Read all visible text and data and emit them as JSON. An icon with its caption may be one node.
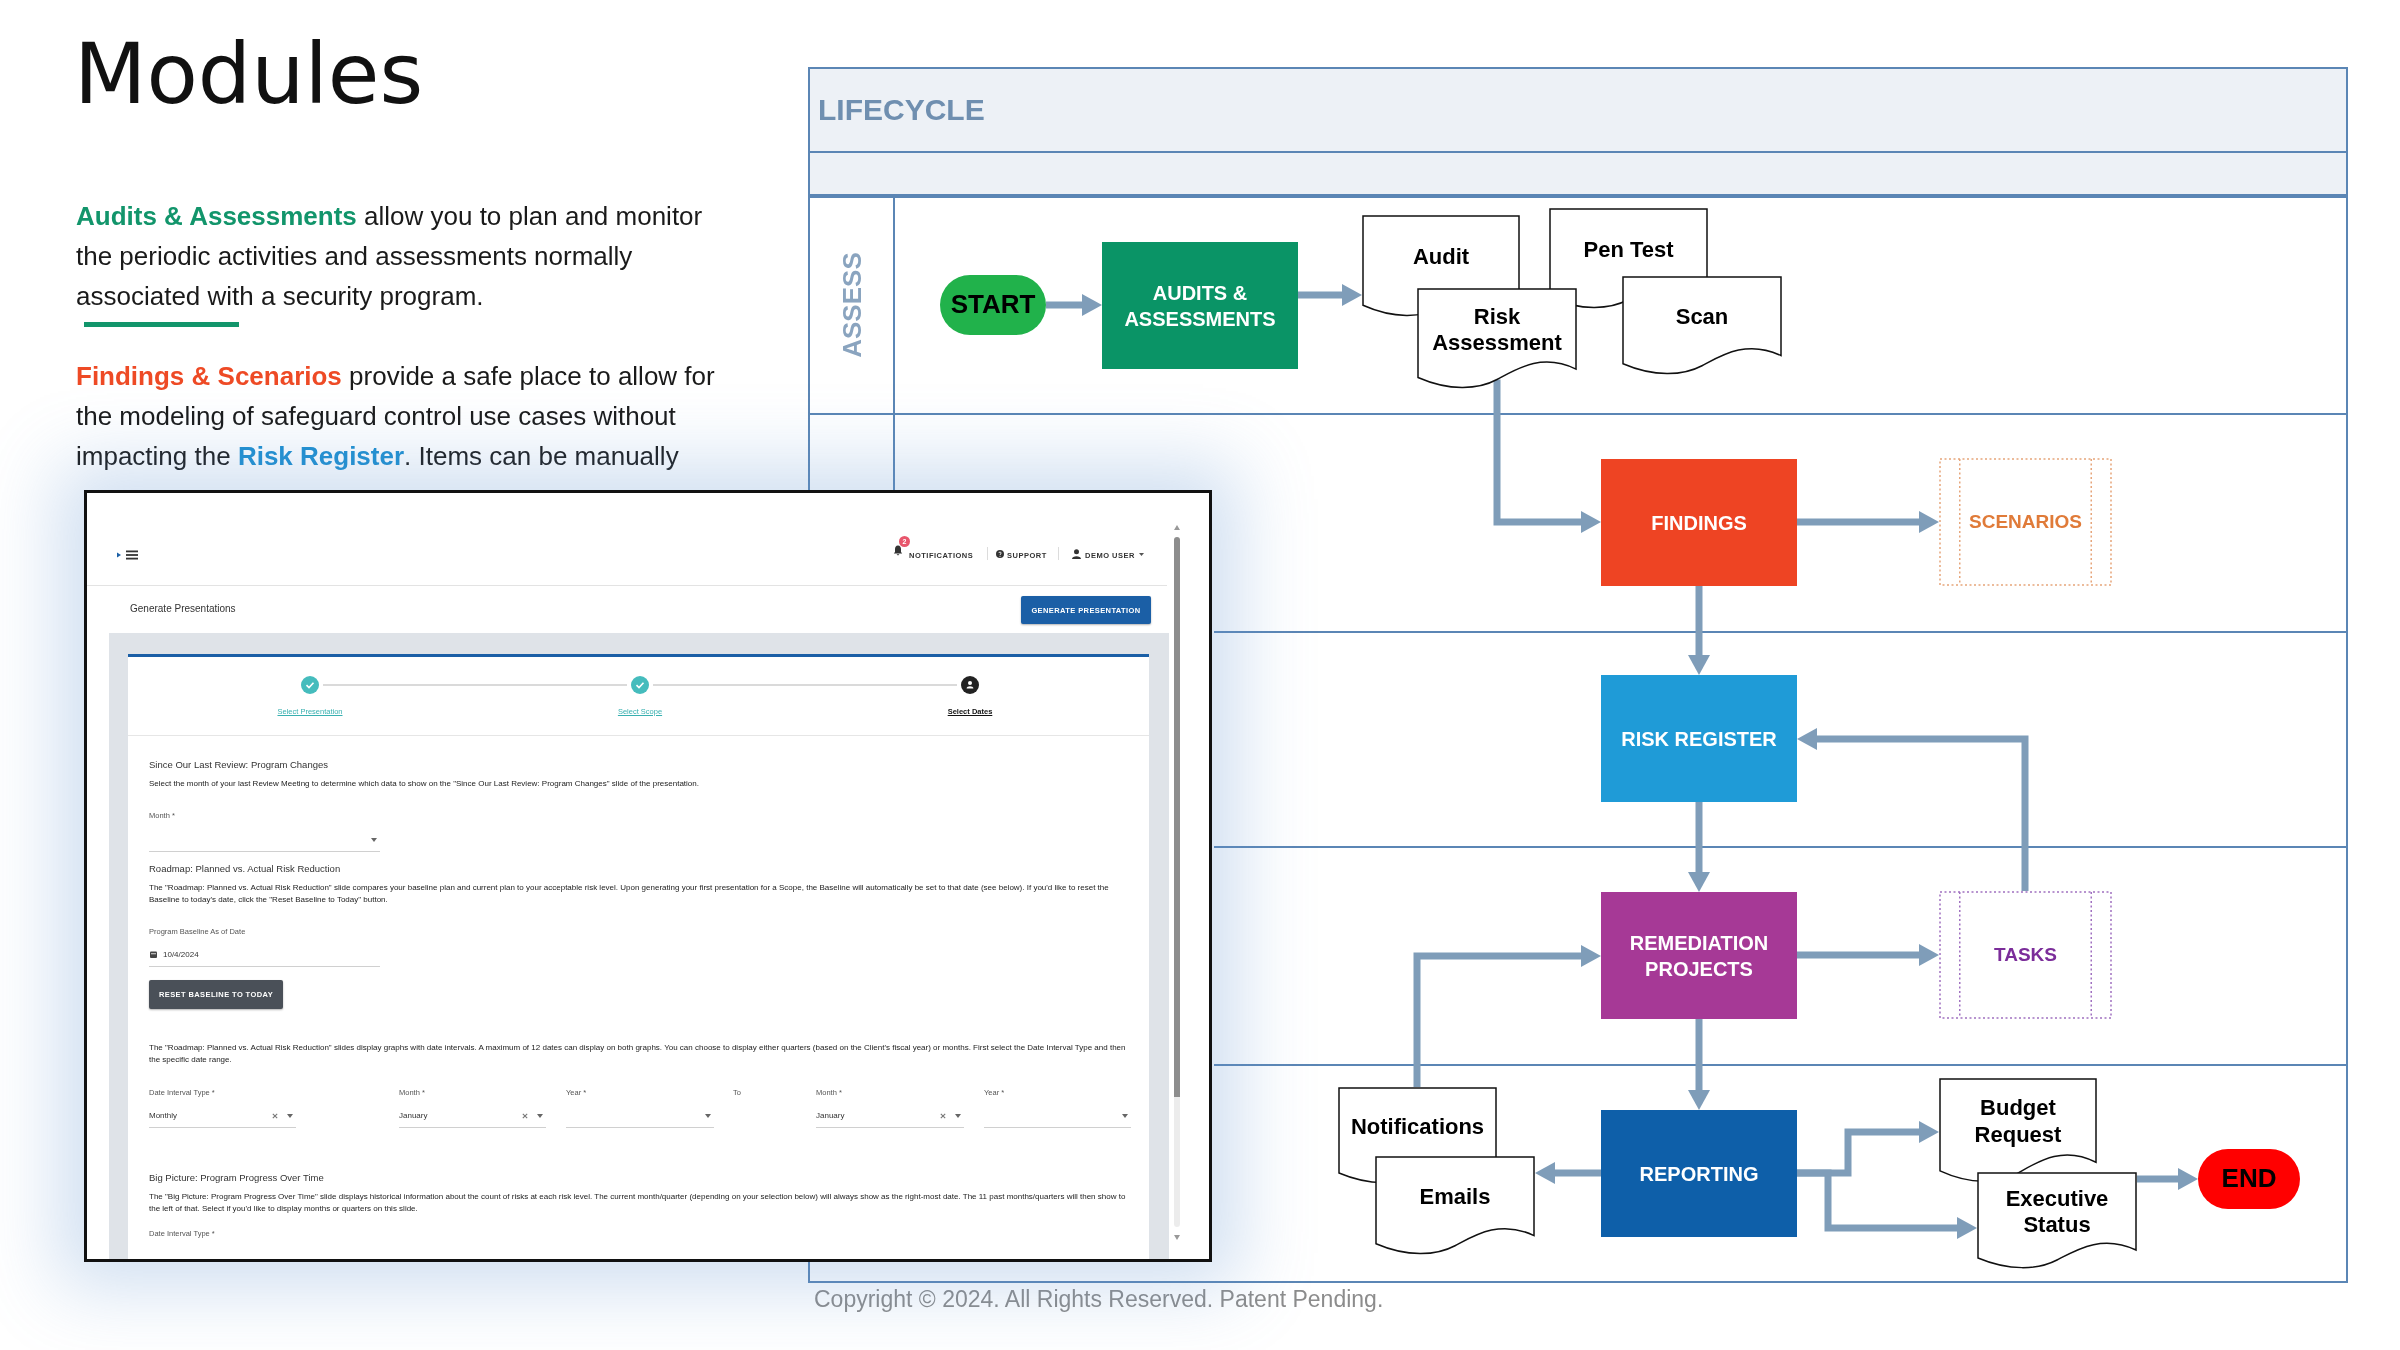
{
  "diagram": {
    "title": "Modules",
    "nodes": [
      {
        "text": [
          "LIFECYCLE"
        ]
      },
      {
        "text": [
          "ASSESS"
        ],
        "in": 0
      },
      {
        "text": [
          "START"
        ],
        "in": 1
      },
      {
        "text": [
          "AUDITS & ASSESSMENTS"
        ],
        "in": 1
      },
      {
        "text": [
          "Audit"
        ],
        "in": 1
      },
      {
        "text": [
          "Pen Test"
        ],
        "in": 1
      },
      {
        "text": [
          "Risk Assessment"
        ],
        "in": 1
      },
      {
        "text": [
          "Scan"
        ],
        "in": 1
      },
      {
        "text": [],
        "shape": "band",
        "in": 0
      },
      {
        "text": [
          "FINDINGS"
        ],
        "in": 8
      },
      {
        "text": [
          "SCENARIOS"
        ],
        "in": 8
      },
      {
        "text": [],
        "shape": "band",
        "in": 0
      },
      {
        "text": [
          "RISK REGISTER"
        ],
        "in": 11
      },
      {
        "text": [],
        "shape": "band",
        "in": 0
      },
      {
        "text": [
          "REMEDIATION PROJECTS"
        ],
        "in": 13
      },
      {
        "text": [
          "TASKS"
        ],
        "in": 13
      },
      {
        "text": [],
        "shape": "band",
        "in": 0
      },
      {
        "text": [
          "Notifications"
        ],
        "in": 16
      },
      {
        "text": [
          "Emails"
        ],
        "in": 16
      },
      {
        "text": [
          "REPORTING"
        ],
        "in": 16
      },
      {
        "text": [
          "Budget Request"
        ],
        "in": 16
      },
      {
        "text": [
          "Executive Status"
        ],
        "in": 16
      },
      {
        "text": [
          "END"
        ],
        "in": 16
      }
    ],
    "edges": [
      {
        "from": 2,
        "to": 3,
        "arrow": "to"
      },
      {
        "from": 3,
        "to": 4,
        "arrow": "to"
      },
      {
        "from": 6,
        "to": 9,
        "arrow": "to"
      },
      {
        "from": 9,
        "to": 10,
        "arrow": "to"
      },
      {
        "from": 9,
        "to": 12,
        "arrow": "to"
      },
      {
        "from": 15,
        "to": 12,
        "arrow": "to"
      },
      {
        "from": 12,
        "to": 14,
        "arrow": "to"
      },
      {
        "from": 14,
        "to": 15,
        "arrow": "to"
      },
      {
        "from": 17,
        "to": 14,
        "arrow": "to"
      },
      {
        "from": 14,
        "to": 19,
        "arrow": "to"
      },
      {
        "from": 19,
        "to": 18,
        "arrow": "to"
      },
      {
        "from": 19,
        "to": 20,
        "arrow": "to"
      },
      {
        "from": 19,
        "to": 21,
        "arrow": "to"
      },
      {
        "from": 21,
        "to": 22,
        "arrow": "to"
      }
    ],
    "labels": [
      "**Audits & Assessments** allow you to plan and monitor the periodic activities and assessments normally associated with a security program.",
      "**Findings & Scenarios** provide a safe place to allow for the modeling of safeguard control use cases without impacting the **Risk Register**. Items can be manually",
      "2",
      "NOTIFICATIONS",
      "SUPPORT",
      "DEMO USER",
      "Generate Presentations",
      "GENERATE PRESENTATION",
      "Select Presentation",
      "Select Scope",
      "Select Dates",
      "Since Our Last Review: Program Changes",
      "Select the month of your last Review Meeting to determine which data to show on the \"Since Our Last Review: Program Changes\" slide of the presentation.",
      "Month *",
      "Roadmap: Planned vs. Actual Risk Reduction",
      "The \"Roadmap: Planned vs. Actual Risk Reduction\" slide compares your baseline plan and current plan to your acceptable risk level. Upon generating your first presentation for a Scope, the Baseline will automatically be set to that date (see below). If you'd like to reset the Baseline to today's date, click the \"Reset Baseline to Today\" button.",
      "Program Baseline As of Date",
      "10/4/2024",
      "RESET BASELINE TO TODAY",
      "The \"Roadmap: Planned vs. Actual Risk Reduction\" slides display graphs with date intervals. A maximum of 12 dates can display on both graphs. You can choose to display either quarters (based on the Client's fiscal year) or months. First select the Date Interval Type and then the specific date range.",
      "Date Interval Type *",
      "Month *",
      "Year *",
      "To",
      "Month *",
      "Year *",
      "Monthly",
      "January",
      "January",
      "Big Picture: Program Progress Over Time",
      "The \"Big Picture: Program Progress Over Time\" slide displays historical information about the count of risks at each risk level. The current month/quarter (depending on your selection below) will always show as the right-most date. The 11 past months/quarters will then show to the left of that. Select if you'd like to display months or quarters on this slide.",
      "Date Interval Type *",
      "Copyright © 2024. All Rights Reserved. Patent Pending."
    ]
  }
}
